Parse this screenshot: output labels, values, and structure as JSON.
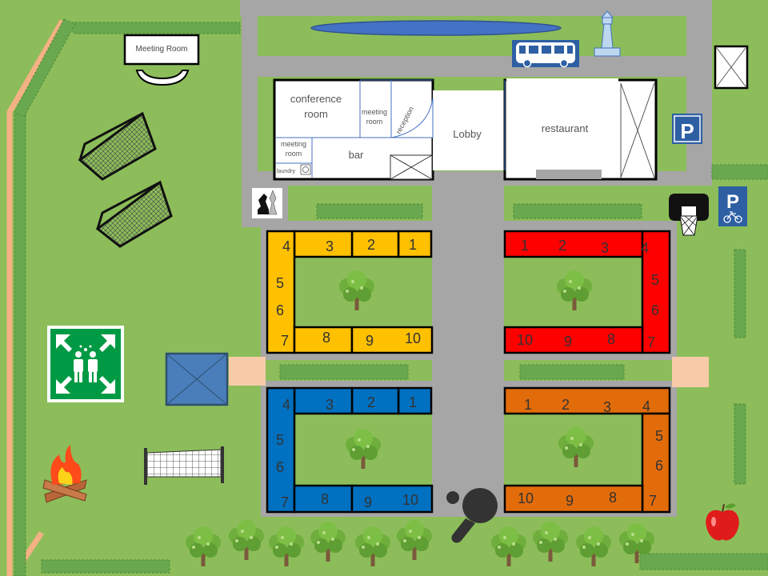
{
  "map": {
    "meeting_room_sign": "Meeting Room",
    "main_building": {
      "conference_room": [
        "conference",
        "room"
      ],
      "meeting_room_1": [
        "meeting",
        "room"
      ],
      "meeting_room_2": [
        "meeting",
        "room"
      ],
      "reception": "reception",
      "laundry": "laundry",
      "bar": "bar",
      "lobby": "Lobby",
      "restaurant": "restaurant"
    },
    "parking_sign": "P",
    "bike_parking_sign": "P",
    "cabin_blocks": [
      {
        "id": "yellow",
        "color": "#ffc000",
        "units": [
          "1",
          "2",
          "3",
          "4",
          "5",
          "6",
          "7",
          "8",
          "9",
          "10"
        ]
      },
      {
        "id": "red",
        "color": "#ff0000",
        "units": [
          "1",
          "2",
          "3",
          "4",
          "5",
          "6",
          "7",
          "8",
          "9",
          "10"
        ]
      },
      {
        "id": "blue",
        "color": "#0070c0",
        "units": [
          "1",
          "2",
          "3",
          "4",
          "5",
          "6",
          "7",
          "8",
          "9",
          "10"
        ]
      },
      {
        "id": "orange",
        "color": "#e36c0a",
        "units": [
          "1",
          "2",
          "3",
          "4",
          "5",
          "6",
          "7",
          "8",
          "9",
          "10"
        ]
      }
    ],
    "icons": [
      "bus-icon",
      "lighthouse-icon",
      "parking-icon",
      "bike-parking-icon",
      "basketball-hoop-icon",
      "chess-icon",
      "soccer-goal-icon",
      "assembly-point-icon",
      "campfire-icon",
      "volleyball-net-icon",
      "ping-pong-icon",
      "apple-icon",
      "tree-icon"
    ]
  }
}
